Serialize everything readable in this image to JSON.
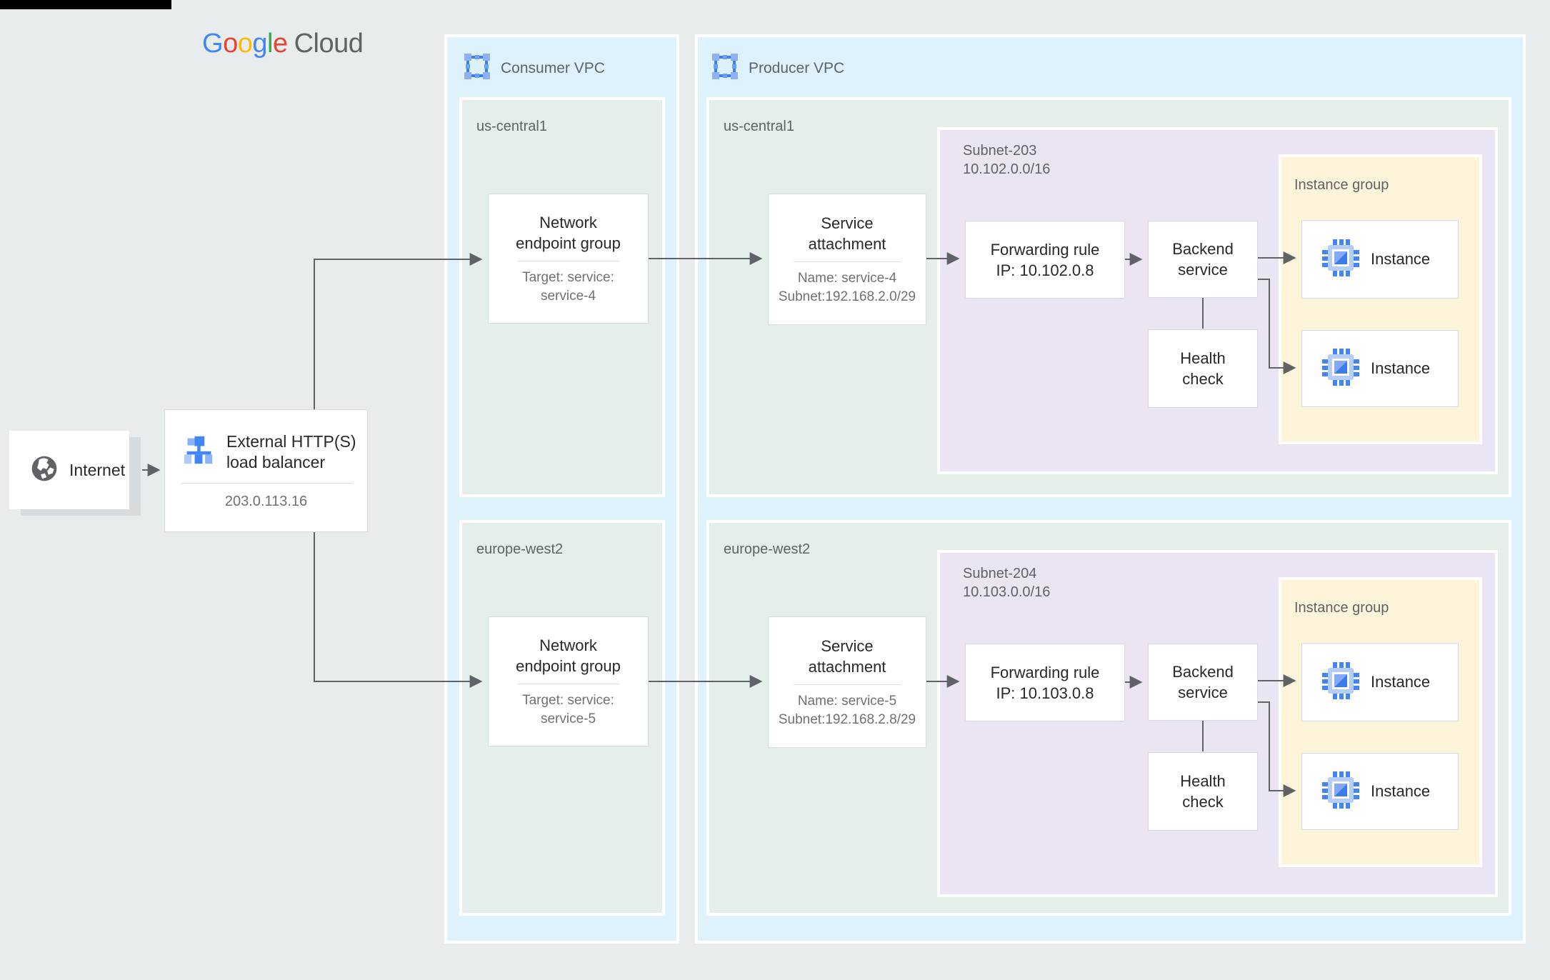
{
  "colors": {
    "canvas": "#e9eced",
    "vpc_fill": "#def2fc",
    "region_fill": "#e3efe8",
    "subnet_fill": "#ebe5f3",
    "instance_group_fill": "#fdf4da",
    "node_border": "#d9dbde",
    "arrow": "#5f6368",
    "text_dark": "#27292b",
    "text_gray": "#5f6368",
    "brand_blue": "#4285F4",
    "brand_red": "#EA4335",
    "brand_yellow": "#FBBC04",
    "brand_green": "#34A853"
  },
  "logo": {
    "letters": [
      {
        "ch": "G"
      },
      {
        "ch": "o"
      },
      {
        "ch": "o"
      },
      {
        "ch": "g"
      },
      {
        "ch": "l"
      },
      {
        "ch": "e"
      }
    ],
    "suffix": "Cloud"
  },
  "icons": {
    "internet": "globe-icon",
    "load_balancer": "load-balancer-icon",
    "vpc": "vpc-icon",
    "instance": "compute-engine-icon"
  },
  "internet": {
    "label": "Internet"
  },
  "load_balancer": {
    "title": [
      "External HTTP(S)",
      "load balancer"
    ],
    "ip": "203.0.113.16"
  },
  "consumer_vpc": {
    "label": "Consumer VPC",
    "regions": [
      {
        "name": "us-central1",
        "neg": {
          "title": [
            "Network",
            "endpoint group"
          ],
          "details": [
            "Target: service:",
            "service-4"
          ]
        }
      },
      {
        "name": "europe-west2",
        "neg": {
          "title": [
            "Network",
            "endpoint group"
          ],
          "details": [
            "Target: service:",
            "service-5"
          ]
        }
      }
    ]
  },
  "producer_vpc": {
    "label": "Producer VPC",
    "regions": [
      {
        "name": "us-central1",
        "service_attachment": {
          "title": [
            "Service",
            "attachment"
          ],
          "details": [
            "Name: service-4",
            "Subnet:192.168.2.0/29"
          ]
        },
        "subnet": {
          "name": "Subnet-203",
          "cidr": "10.102.0.0/16",
          "forwarding_rule": [
            "Forwarding rule",
            "IP: 10.102.0.8"
          ],
          "backend_service": [
            "Backend",
            "service"
          ],
          "health_check": [
            "Health",
            "check"
          ]
        },
        "instance_group": {
          "label": "Instance group",
          "instances": [
            {
              "label": "Instance"
            },
            {
              "label": "Instance"
            }
          ]
        }
      },
      {
        "name": "europe-west2",
        "service_attachment": {
          "title": [
            "Service",
            "attachment"
          ],
          "details": [
            "Name: service-5",
            "Subnet:192.168.2.8/29"
          ]
        },
        "subnet": {
          "name": "Subnet-204",
          "cidr": "10.103.0.0/16",
          "forwarding_rule": [
            "Forwarding rule",
            "IP: 10.103.0.8"
          ],
          "backend_service": [
            "Backend",
            "service"
          ],
          "health_check": [
            "Health",
            "check"
          ]
        },
        "instance_group": {
          "label": "Instance group",
          "instances": [
            {
              "label": "Instance"
            },
            {
              "label": "Instance"
            }
          ]
        }
      }
    ]
  }
}
